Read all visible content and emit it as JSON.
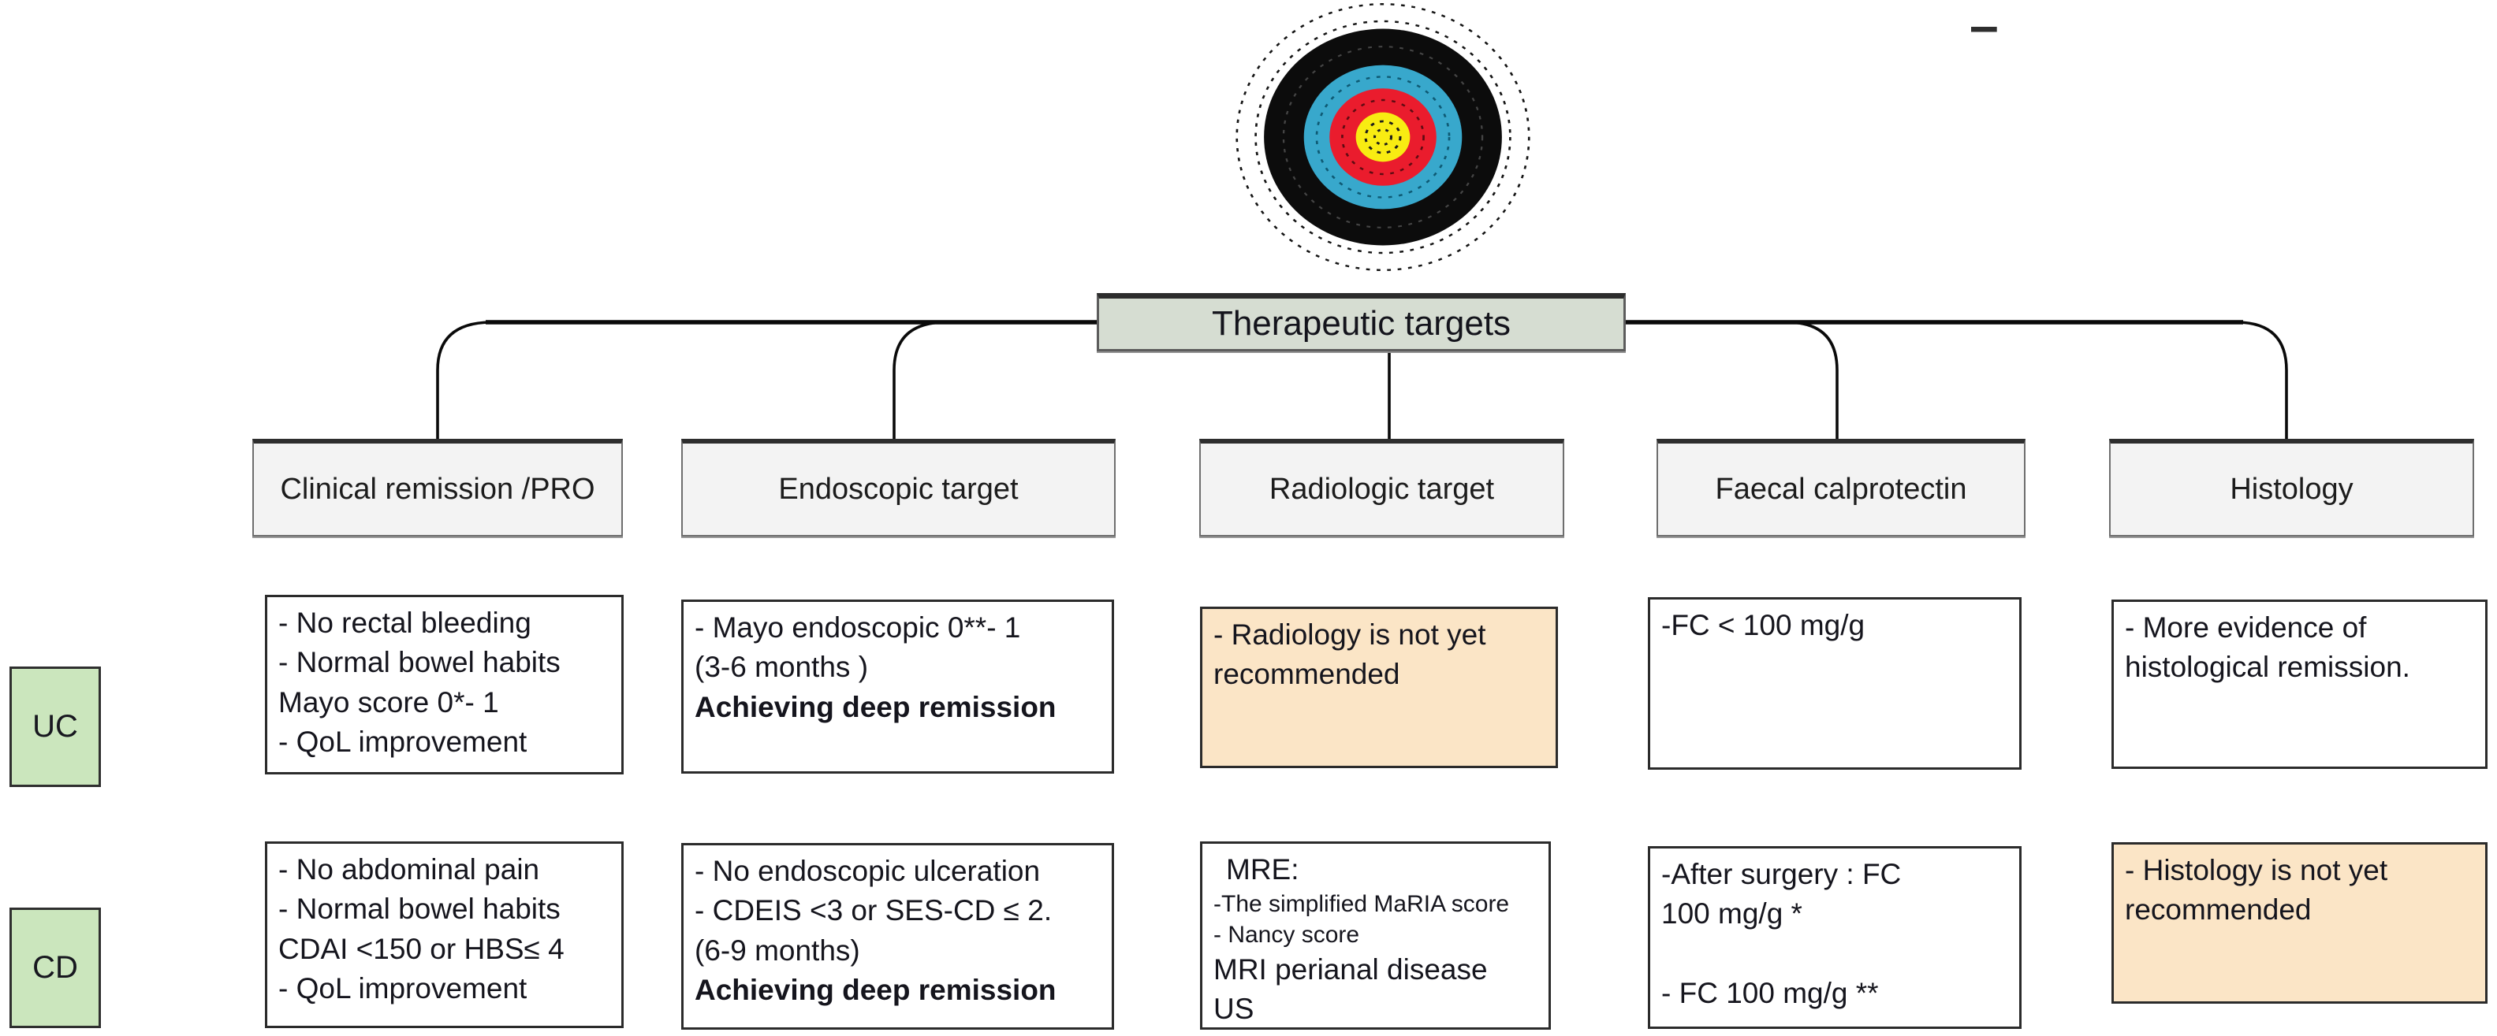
{
  "title": {
    "label": "Therapeutic targets"
  },
  "decoration": {
    "dash": "–",
    "target_icon": "archery-target"
  },
  "colors": {
    "title_fill": "#d6ddd2",
    "header_fill": "#f3f3f3",
    "row_label_fill": "#cbe6bd",
    "highlight_fill": "#fbe5c6",
    "target_blue": "#38a8cc",
    "target_red": "#ea1c2d",
    "target_yellow": "#f8ec12"
  },
  "columns": [
    {
      "header": "Clinical remission /PRO"
    },
    {
      "header": "Endoscopic target"
    },
    {
      "header": "Radiologic target"
    },
    {
      "header": "Faecal calprotectin"
    },
    {
      "header": "Histology"
    }
  ],
  "uc": {
    "label": "UC",
    "clinical": "- No rectal bleeding\n- Normal bowel habits\nMayo score 0*- 1\n- QoL improvement",
    "endoscopic": "- Mayo endoscopic 0**- 1\n(3-6 months )",
    "endoscopic_bold": "Achieving deep remission",
    "radiologic": "- Radiology is not yet\nrecommended",
    "calprotectin": "-FC < 100 mg/g",
    "histology": "- More evidence of\nhistological remission."
  },
  "cd": {
    "label": "CD",
    "clinical": "- No abdominal pain\n- Normal bowel habits\nCDAI <150 or HBS≤ 4\n- QoL improvement",
    "endoscopic": "- No endoscopic ulceration\n- CDEIS <3 or SES-CD ≤ 2.\n(6-9 months)",
    "endoscopic_bold": "Achieving deep remission",
    "radiologic_title": "MRE:",
    "radiologic_small": "-The simplified MaRIA score\n- Nancy score",
    "radiologic_rest": "MRI perianal disease\nUS",
    "calprotectin": "-After surgery : FC\n100 mg/g *\n\n- FC 100 mg/g **",
    "histology": "- Histology is not yet\nrecommended"
  }
}
